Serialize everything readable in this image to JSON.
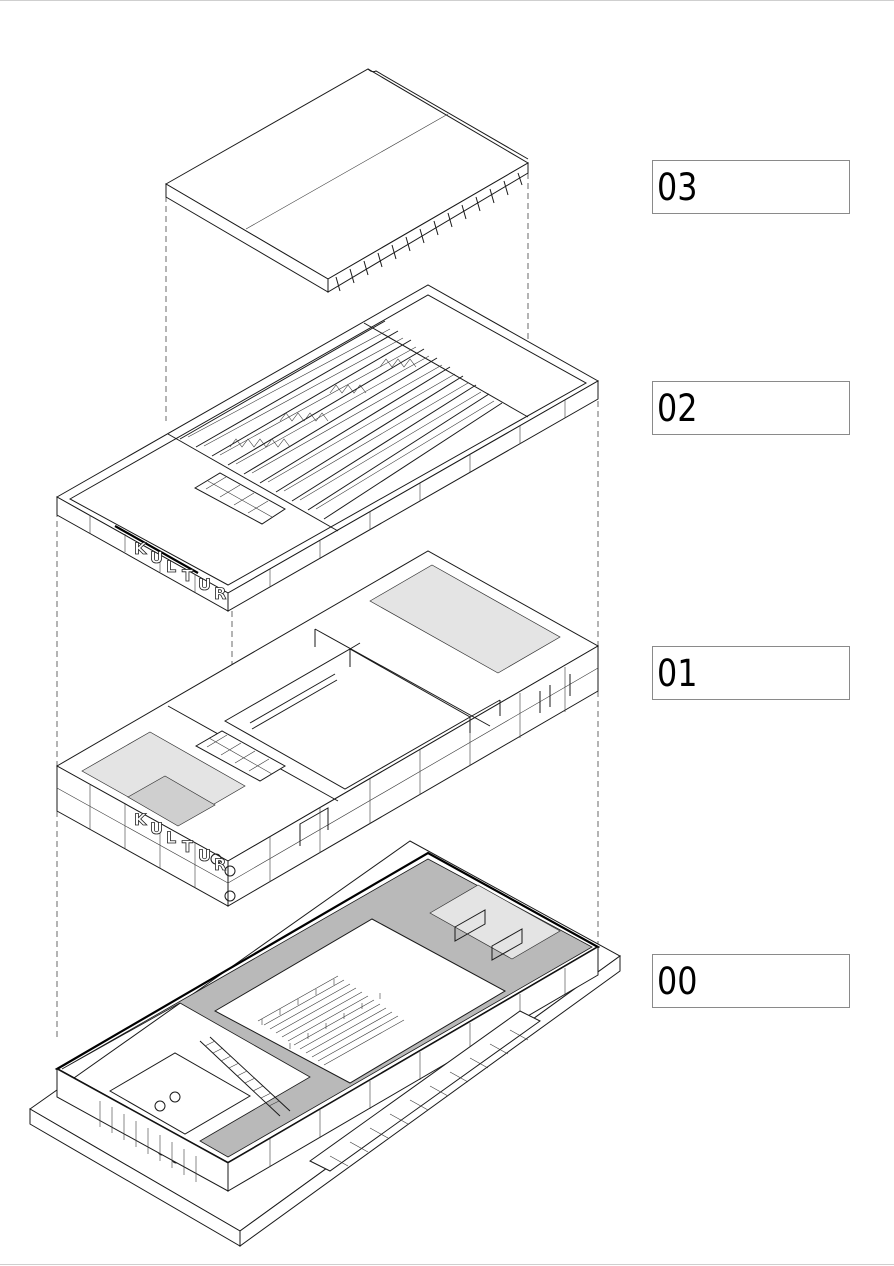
{
  "levels": [
    {
      "label": "03"
    },
    {
      "label": "02"
    },
    {
      "label": "01"
    },
    {
      "label": "00"
    }
  ],
  "facade_lettering": [
    "K",
    "U",
    "L",
    "T",
    "U",
    "R"
  ]
}
